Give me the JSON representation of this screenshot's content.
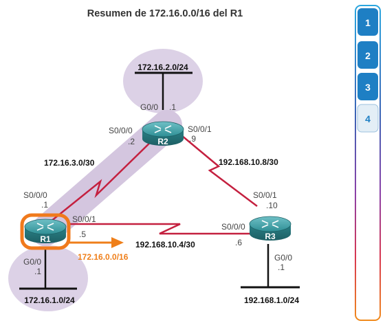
{
  "title": "Resumen de 172.16.0.0/16 del R1",
  "colors": {
    "lan_ellipse": "#dcd1e6",
    "serial_highlight": "#d4c6df",
    "serial_link": "#c4203f",
    "summary_arrow": "#ef7f1a",
    "router_body": "#2f8f95",
    "router_glow": "#f07a1c",
    "tab_active": "#1e7fc4",
    "tab_inactive": "#e3eef6"
  },
  "routers": {
    "r1": {
      "name": "R1"
    },
    "r2": {
      "name": "R2"
    },
    "r3": {
      "name": "R3"
    }
  },
  "networks": {
    "lan_r2": "172.16.2.0/24",
    "lan_r1": "172.16.1.0/24",
    "lan_r3": "192.168.1.0/24",
    "r1_r2": "172.16.3.0/30",
    "r2_r3": "192.168.10.8/30",
    "r1_r3": "192.168.10.4/30"
  },
  "interfaces": {
    "r2_g00": "G0/0",
    "r2_g00_host": ".1",
    "r2_s000": "S0/0/0",
    "r2_s000_host": ".2",
    "r2_s001": "S0/0/1",
    "r2_s001_host": ".9",
    "r1_s000": "S0/0/0",
    "r1_s000_host": ".1",
    "r1_s001": "S0/0/1",
    "r1_s001_host": ".5",
    "r1_g00": "G0/0",
    "r1_g00_host": ".1",
    "r3_s001": "S0/0/1",
    "r3_s001_host": ".10",
    "r3_s000": "S0/0/0",
    "r3_s000_host": ".6",
    "r3_g00": "G0/0",
    "r3_g00_host": ".1"
  },
  "summary_route": "172.16.0.0/16",
  "tabs": [
    {
      "label": "1",
      "active": true
    },
    {
      "label": "2",
      "active": true
    },
    {
      "label": "3",
      "active": true
    },
    {
      "label": "4",
      "active": false
    }
  ]
}
